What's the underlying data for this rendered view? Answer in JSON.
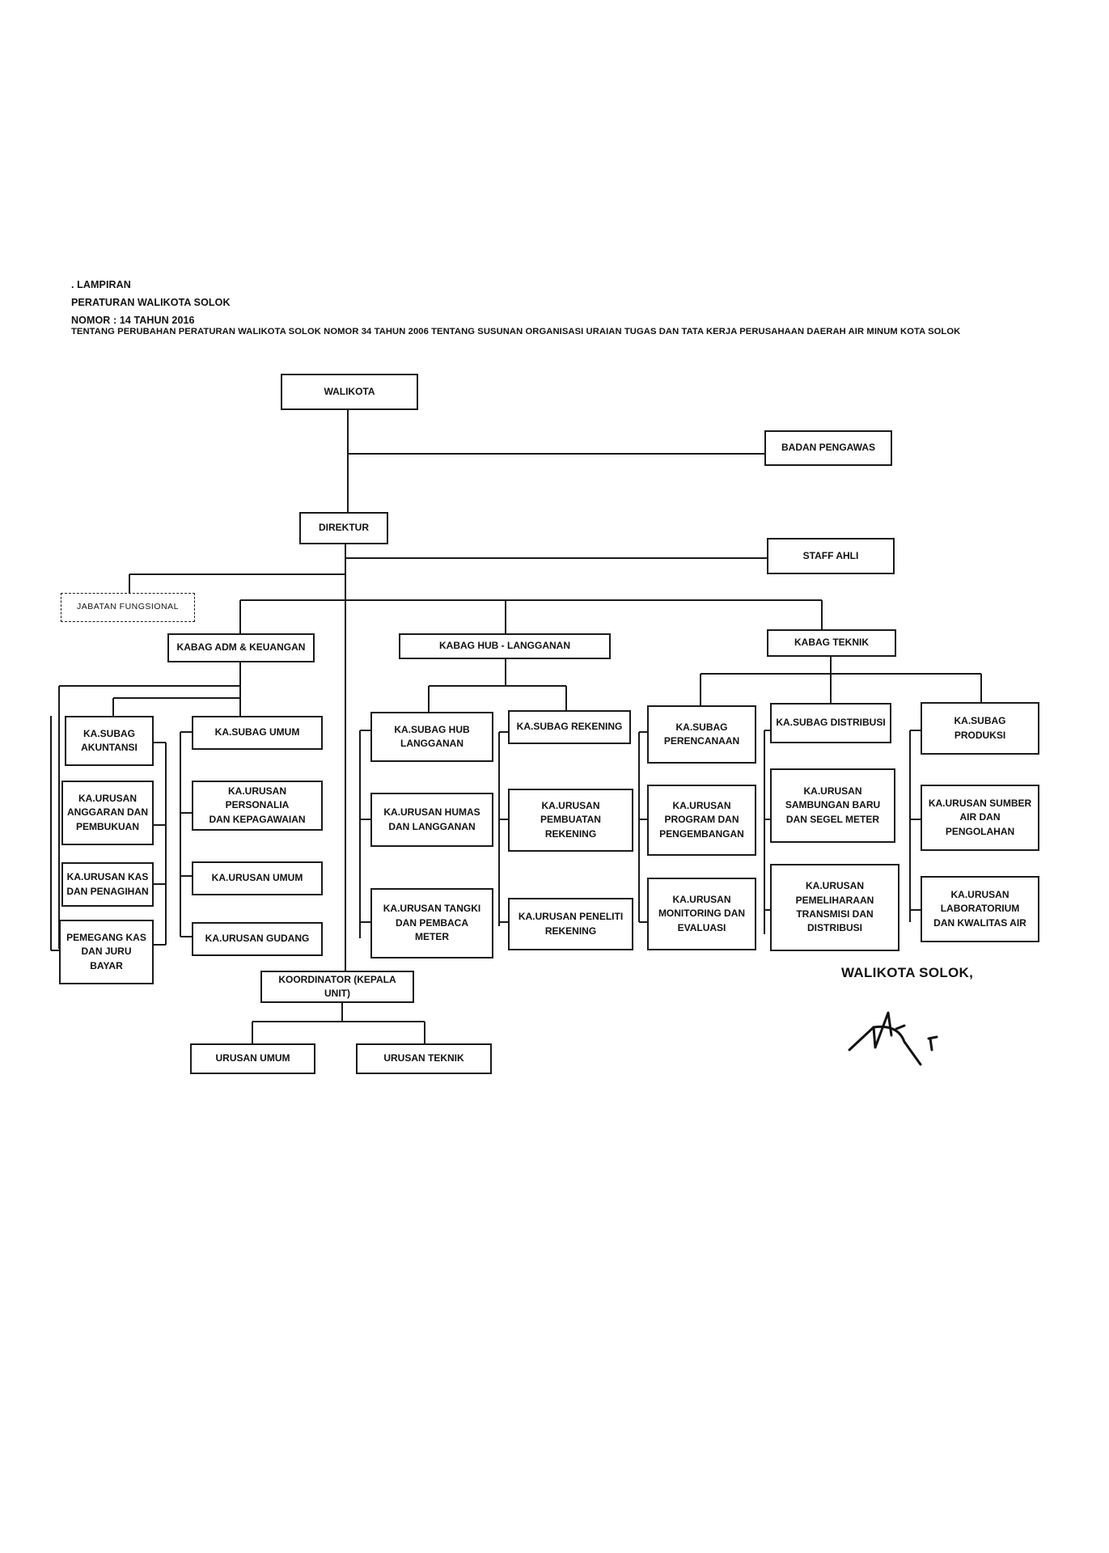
{
  "header": {
    "line1": ". LAMPIRAN",
    "line2": "PERATURAN WALIKOTA SOLOK",
    "line3": "NOMOR : 14 TAHUN 2016",
    "line4": "TENTANG PERUBAHAN PERATURAN WALIKOTA SOLOK NOMOR 34 TAHUN 2006 TENTANG SUSUNAN ORGANISASI URAIAN TUGAS DAN TATA KERJA PERUSAHAAN DAERAH AIR MINUM KOTA SOLOK"
  },
  "chart": {
    "walikota": "WALIKOTA",
    "badan_pengawas": "BADAN PENGAWAS",
    "direktur": "DIREKTUR",
    "staff_ahli": "STAFF AHLI",
    "jabatan_fungsional": "JABATAN FUNGSIONAL",
    "kabag_adm": "KABAG ADM & KEUANGAN",
    "kabag_hub": "KABAG HUB - LANGGANAN",
    "kabag_teknik": "KABAG TEKNIK",
    "subag_akuntansi": "KA.SUBAG\nAKUNTANSI",
    "urusan_anggaran": "KA.URUSAN\nANGGARAN DAN\nPEMBUKUAN",
    "urusan_kas": "KA.URUSAN KAS\nDAN PENAGIHAN",
    "pemegang_kas": "PEMEGANG KAS\nDAN JURU\nBAYAR",
    "subag_umum": "KA.SUBAG UMUM",
    "urusan_personalia": "KA.URUSAN PERSONALIA\nDAN KEPAGAWAIAN",
    "urusan_umum": "KA.URUSAN UMUM",
    "urusan_gudang": "KA.URUSAN GUDANG",
    "subag_hub": "KA.SUBAG HUB\nLANGGANAN",
    "urusan_humas": "KA.URUSAN HUMAS\nDAN LANGGANAN",
    "urusan_tangki": "KA.URUSAN TANGKI\nDAN PEMBACA\nMETER",
    "subag_rekening": "KA.SUBAG REKENING",
    "urusan_pembuatan": "KA.URUSAN\nPEMBUATAN\nREKENING",
    "urusan_peneliti": "KA.URUSAN PENELITI\nREKENING",
    "subag_perencanaan": "KA.SUBAG\nPERENCANAAN",
    "urusan_program": "KA.URUSAN\nPROGRAM DAN\nPENGEMBANGAN",
    "urusan_monitoring": "KA.URUSAN\nMONITORING DAN\nEVALUASI",
    "subag_distribusi": "KA.SUBAG DISTRIBUSI",
    "urusan_sambungan": "KA.URUSAN\nSAMBUNGAN BARU\nDAN SEGEL METER",
    "urusan_pemeliharaan": "KA.URUSAN\nPEMELIHARAAN\nTRANSMISI DAN\nDISTRIBUSI",
    "subag_produksi": "KA.SUBAG\nPRODUKSI",
    "urusan_sumber": "KA.URUSAN SUMBER\nAIR DAN\nPENGOLAHAN",
    "urusan_lab": "KA.URUSAN\nLABORATORIUM\nDAN KWALITAS AIR",
    "koordinator": "KOORDINATOR (KEPALA UNIT)",
    "unit_umum": "URUSAN UMUM",
    "unit_teknik": "URUSAN TEKNIK"
  },
  "signature": {
    "label": "WALIKOTA SOLOK,"
  }
}
